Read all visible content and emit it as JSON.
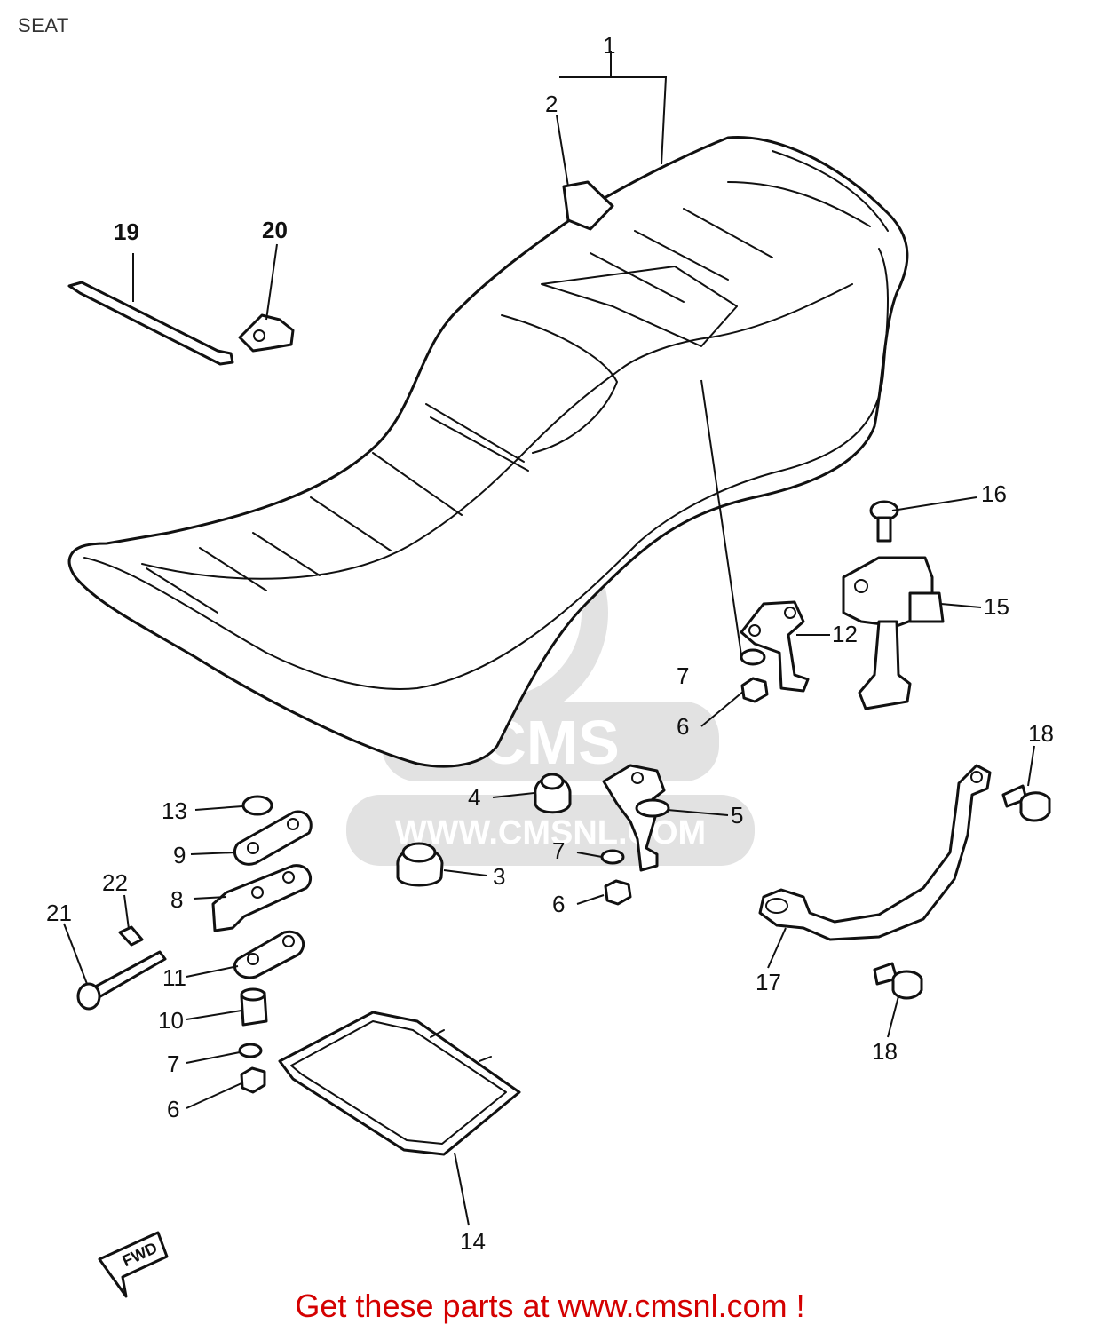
{
  "page": {
    "title": "SEAT"
  },
  "footer": {
    "text": "Get these parts at www.cmsnl.com !"
  },
  "watermark": {
    "brand": "CMS",
    "url": "WWW.CMSNL.COM"
  },
  "fwd_arrow": {
    "label": "FWD"
  },
  "callouts": [
    "1",
    "2",
    "3",
    "4",
    "5",
    "6",
    "7",
    "8",
    "9",
    "10",
    "11",
    "12",
    "13",
    "14",
    "15",
    "16",
    "17",
    "18",
    "19",
    "20",
    "21",
    "22"
  ],
  "labels": {
    "c1": "1",
    "c2": "2",
    "c3": "3",
    "c4": "4",
    "c5": "5",
    "c6a": "6",
    "c6b": "6",
    "c6c": "6",
    "c7a": "7",
    "c7b": "7",
    "c7c": "7",
    "c8": "8",
    "c9": "9",
    "c10": "10",
    "c11": "11",
    "c12": "12",
    "c13": "13",
    "c14": "14",
    "c15": "15",
    "c16": "16",
    "c17": "17",
    "c18a": "18",
    "c18b": "18",
    "c19": "19",
    "c20": "20",
    "c21": "21",
    "c22": "22"
  },
  "colors": {
    "footer": "#d40000",
    "line": "#111111",
    "watermark": "#e2e2e2"
  }
}
